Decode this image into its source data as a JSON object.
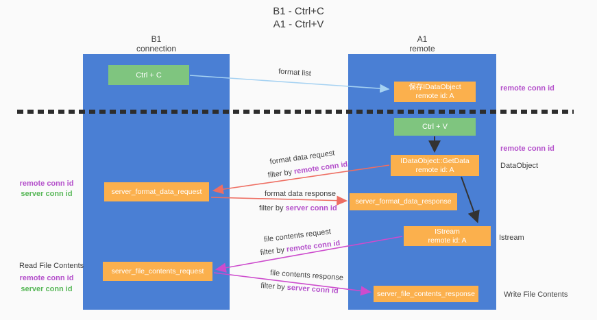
{
  "title": {
    "line1": "B1 - Ctrl+C",
    "line2": "A1 - Ctrl+V"
  },
  "lifelines": {
    "left": {
      "name": "B1",
      "role": "connection"
    },
    "right": {
      "name": "A1",
      "role": "remote"
    }
  },
  "boxes": {
    "ctrl_c": {
      "label": "Ctrl + C"
    },
    "save_idataobject": {
      "line1": "保存IDataObject",
      "line2": "remote id: A"
    },
    "ctrl_v": {
      "label": "Ctrl + V"
    },
    "idataobject_getdata": {
      "line1": "IDataObject::GetData",
      "line2": "remote id: A"
    },
    "server_format_data_request": {
      "label": "server_format_data_request"
    },
    "server_format_data_response": {
      "label": "server_format_data_response"
    },
    "istream": {
      "line1": "IStream",
      "line2": "remote id: A"
    },
    "server_file_contents_request": {
      "label": "server_file_contents_request"
    },
    "server_file_contents_response": {
      "label": "server_file_contents_response"
    }
  },
  "annotations": {
    "remote_conn_id_top": "remote conn id",
    "remote_conn_id_mid": "remote conn id",
    "dataobject": "DataObject",
    "istream": "Istream",
    "write_file_contents": "Write File Contents",
    "read_file_contents": "Read File Contents",
    "left_remote_conn_id_1": "remote conn id",
    "left_server_conn_id_1": "server conn id",
    "left_remote_conn_id_2": "remote conn id",
    "left_server_conn_id_2": "server conn id"
  },
  "flows": {
    "filter_by": "filter by ",
    "format_list": "format list",
    "format_data_request": "format data request",
    "format_data_request_filter": "remote conn id",
    "format_data_response": "format data response",
    "format_data_response_filter": "server conn id",
    "file_contents_request": "file contents request",
    "file_contents_request_filter": "remote conn id",
    "file_contents_response": "file contents response",
    "file_contents_response_filter": "server conn id"
  },
  "colors": {
    "lifeline_blue": "#4a7fd4",
    "action_green": "#7fc57f",
    "message_orange": "#fbb04d",
    "conn_id_purple": "#b450cb",
    "conn_id_green": "#57b757",
    "arrow_blue": "#a6d2f2",
    "arrow_red": "#ee6e62",
    "arrow_magenta": "#cd4ccd",
    "arrow_black": "#333333"
  }
}
